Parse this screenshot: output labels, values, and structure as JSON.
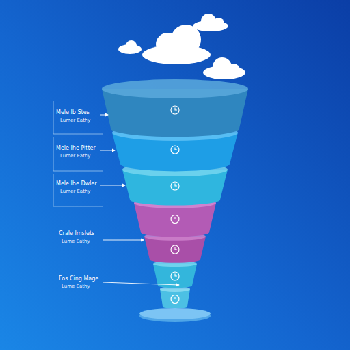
{
  "diagram": {
    "labels": [
      "Mele Ib Stes",
      "Lumer Eathy",
      "Mele Ihe Pitter",
      "Lumer Eathy",
      "Mele Ihe Dwler",
      "Lumer Eathy",
      "Crale Imslets",
      "Lume Eathy",
      "Fos Cing Mage",
      "Lume Eathy"
    ]
  }
}
